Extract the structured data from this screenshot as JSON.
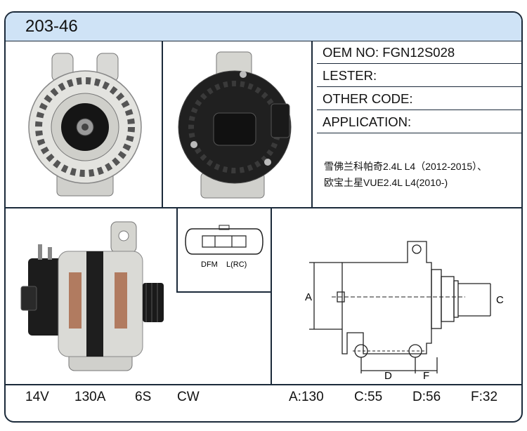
{
  "header": {
    "title": "203-46"
  },
  "info": {
    "oem": "OEM NO: FGN12S028",
    "lester": "LESTER:",
    "other_code": "OTHER CODE:",
    "application": "APPLICATION:",
    "application_line1": "雪佛兰科帕奇2.4L L4（2012-2015）、",
    "application_line2": "欧宝土星VUE2.4L L4(2010-)"
  },
  "connector": {
    "pin1": "DFM",
    "pin2": "L(RC)"
  },
  "drawing": {
    "label_a": "A",
    "label_c": "C",
    "label_d": "D",
    "label_f": "F"
  },
  "specs": {
    "voltage": "14V",
    "current": "130A",
    "pulley": "6S",
    "rotation": "CW"
  },
  "dimensions": {
    "a": "A:130",
    "c": "C:55",
    "d": "D:56",
    "f": "F:32"
  },
  "colors": {
    "header_bg": "#cfe3f6",
    "border": "#1b2a3a"
  }
}
